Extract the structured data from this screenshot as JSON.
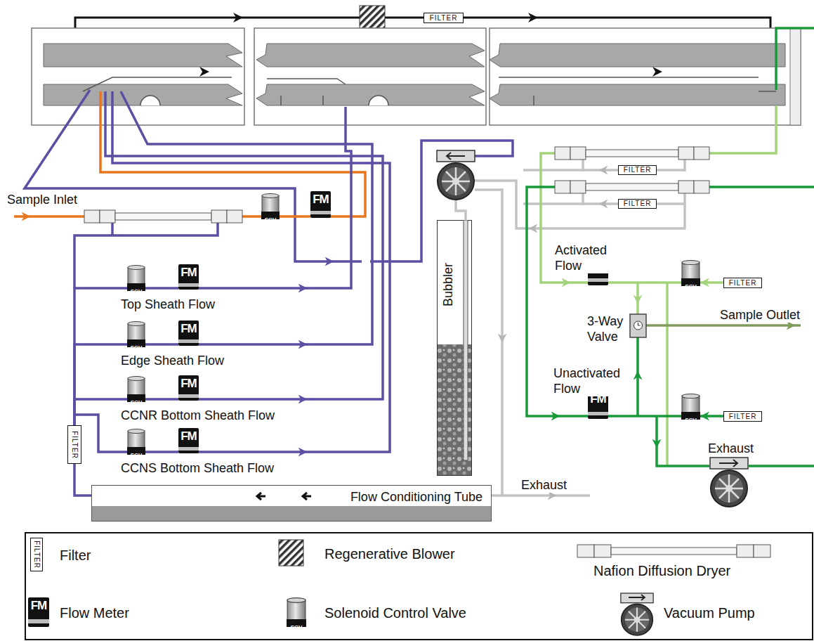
{
  "diagram": {
    "nodes": [
      {
        "text": [
          "FILTER"
        ]
      },
      {
        "text": [
          "FILTER"
        ]
      },
      {
        "text": [
          "FILTER"
        ]
      },
      {
        "text": [
          "SCV"
        ]
      },
      {
        "text": [
          "FM"
        ]
      },
      {
        "text": [
          "SCV"
        ]
      },
      {
        "text": [
          "FM"
        ]
      },
      {
        "text": [
          "SCV"
        ]
      },
      {
        "text": [
          "FM"
        ]
      },
      {
        "text": [
          "SCV"
        ]
      },
      {
        "text": [
          "FM"
        ]
      },
      {
        "text": [
          "SCV"
        ]
      },
      {
        "text": [
          "FM"
        ]
      },
      {
        "text": [
          "FILTER"
        ]
      },
      {
        "text": [
          "Bubbler"
        ]
      },
      {
        "text": [
          "FM"
        ]
      },
      {
        "text": [
          "SCV"
        ]
      },
      {
        "text": [
          "FILTER"
        ]
      },
      {
        "text": [
          "FM"
        ]
      },
      {
        "text": [
          "SCV"
        ]
      },
      {
        "text": [
          "FILTER"
        ]
      },
      {
        "text": [
          "Flow Conditioning Tube"
        ]
      },
      {
        "text": [
          "FILTER"
        ]
      },
      {
        "text": [
          "FM"
        ]
      },
      {
        "text": [
          "SCV"
        ]
      }
    ],
    "edges": [
      {
        "from": 3,
        "to": 4,
        "arrow": "none"
      },
      {
        "from": 5,
        "to": 6,
        "arrow": "none"
      },
      {
        "from": 7,
        "to": 8,
        "arrow": "none"
      },
      {
        "from": 9,
        "to": 10,
        "arrow": "none"
      },
      {
        "from": 11,
        "to": 12,
        "arrow": "none"
      },
      {
        "from": 21,
        "to": 13,
        "arrow": "none"
      },
      {
        "from": 13,
        "to": 5,
        "arrow": "none"
      },
      {
        "from": 13,
        "to": 7,
        "arrow": "none"
      },
      {
        "from": 13,
        "to": 9,
        "arrow": "none"
      },
      {
        "from": 13,
        "to": 11,
        "arrow": "none"
      },
      {
        "from": 15,
        "to": 16,
        "arrow": "none"
      },
      {
        "from": 17,
        "to": 16,
        "arrow": "to"
      },
      {
        "from": 18,
        "to": 19,
        "arrow": "none"
      },
      {
        "from": 20,
        "to": 19,
        "arrow": "to"
      }
    ],
    "labels": [
      "Sample Inlet",
      "Top Sheath Flow",
      "Edge Sheath Flow",
      "CCNR Bottom Sheath Flow",
      "CCNS Bottom Sheath Flow",
      "Activated Flow",
      "3-Way Valve",
      "Sample Outlet",
      "Unactivated Flow",
      "Exhaust",
      "Exhaust"
    ],
    "legend": [
      {
        "text": "Filter"
      },
      {
        "text": "Regenerative Blower"
      },
      {
        "text": "Nafion Diffusion Dryer"
      },
      {
        "text": "Flow Meter"
      },
      {
        "text": "Solenoid Control Valve"
      },
      {
        "text": "Vacuum Pump"
      }
    ]
  }
}
